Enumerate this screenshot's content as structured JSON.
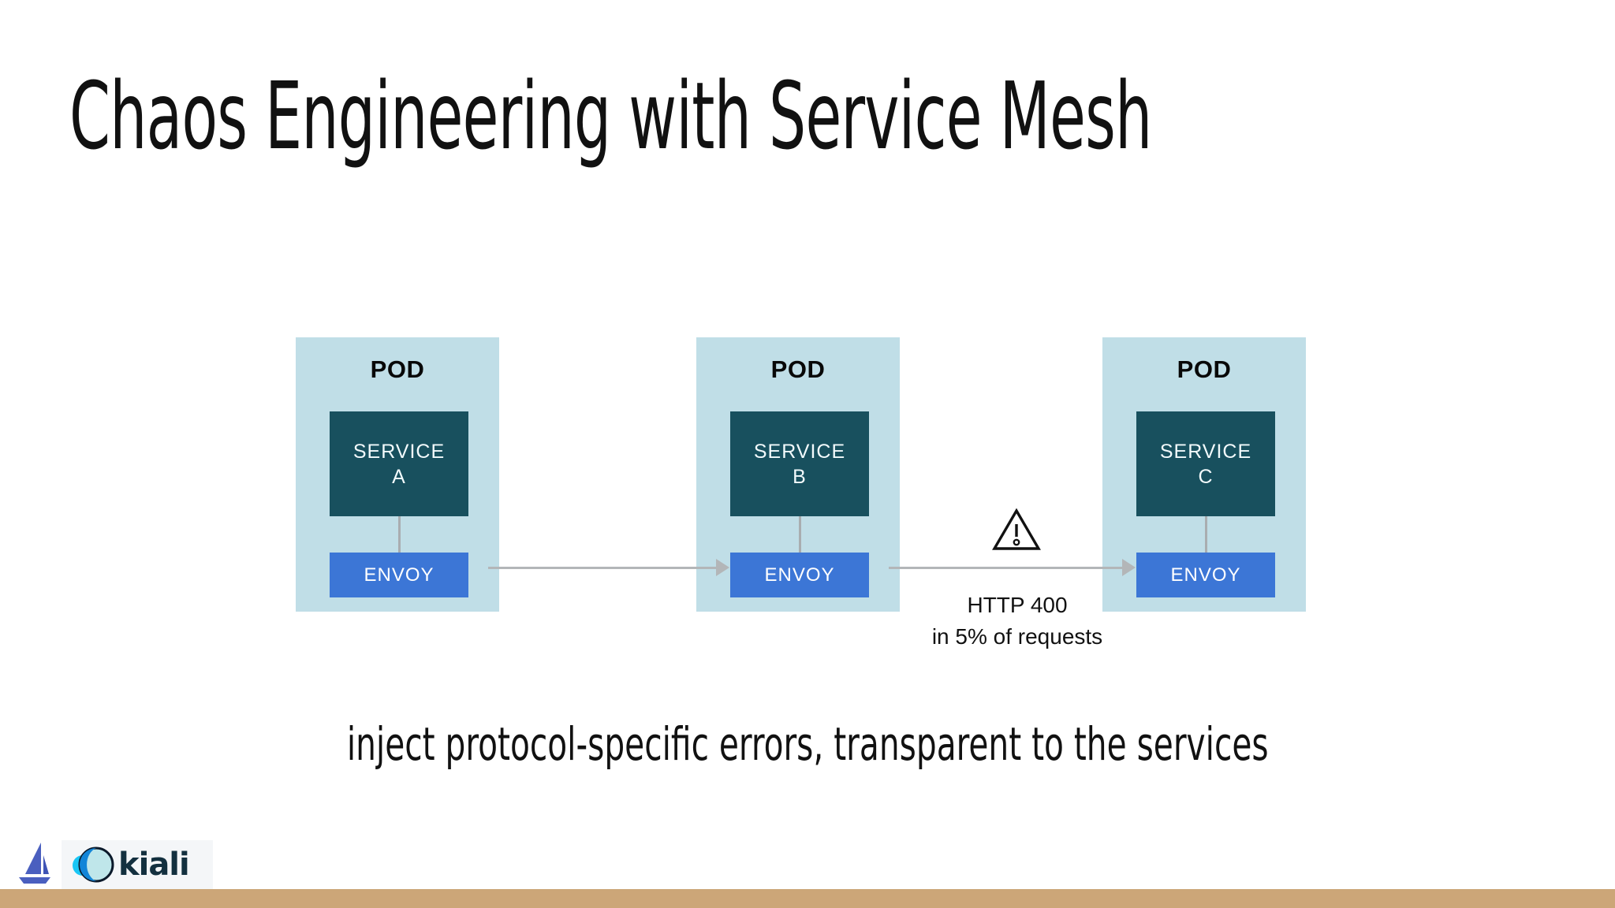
{
  "slide": {
    "title": "Chaos Engineering with Service Mesh",
    "caption": "inject protocol-specific errors, transparent to the services",
    "background_color": "#ffffff",
    "bottom_bar_color": "#cca678"
  },
  "diagram": {
    "pods": [
      {
        "pod_label": "POD",
        "service_name": "SERVICE",
        "service_letter": "A",
        "sidecar_label": "ENVOY"
      },
      {
        "pod_label": "POD",
        "service_name": "SERVICE",
        "service_letter": "B",
        "sidecar_label": "ENVOY"
      },
      {
        "pod_label": "POD",
        "service_name": "SERVICE",
        "service_letter": "C",
        "sidecar_label": "ENVOY"
      }
    ],
    "colors": {
      "pod_background": "#c0dee7",
      "service_box": "#18505e",
      "envoy_box": "#3c76d6",
      "connector": "#b3b6b8"
    },
    "fault_annotation": {
      "icon": "warning-triangle-icon",
      "line1": "HTTP 400",
      "line2": "in 5% of requests"
    }
  },
  "footer": {
    "istio_logo_name": "istio-sailboat-logo",
    "kiali_logo_name": "kiali-logo",
    "kiali_wordmark": "kiali"
  }
}
